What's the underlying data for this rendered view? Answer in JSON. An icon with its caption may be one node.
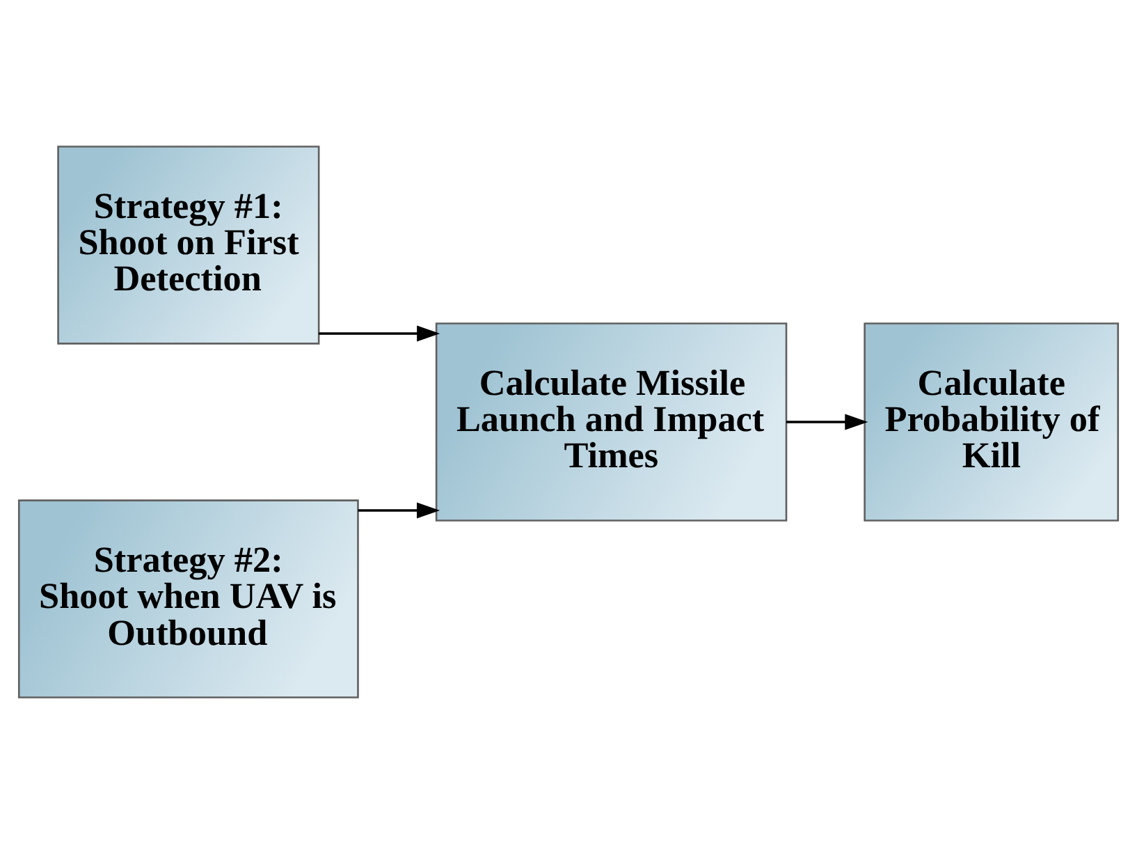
{
  "diagram": {
    "nodes": [
      {
        "text": [
          "Strategy #1: Shoot on First Detection"
        ]
      },
      {
        "text": [
          "Strategy #2: Shoot when UAV is Outbound"
        ]
      },
      {
        "text": [
          "Calculate Missile Launch and Impact Times"
        ]
      },
      {
        "text": [
          "Calculate Probability of Kill"
        ]
      }
    ],
    "edges": [
      {
        "from": 0,
        "to": 2,
        "arrow": "to"
      },
      {
        "from": 1,
        "to": 2,
        "arrow": "to"
      },
      {
        "from": 2,
        "to": 3,
        "arrow": "to"
      }
    ]
  }
}
